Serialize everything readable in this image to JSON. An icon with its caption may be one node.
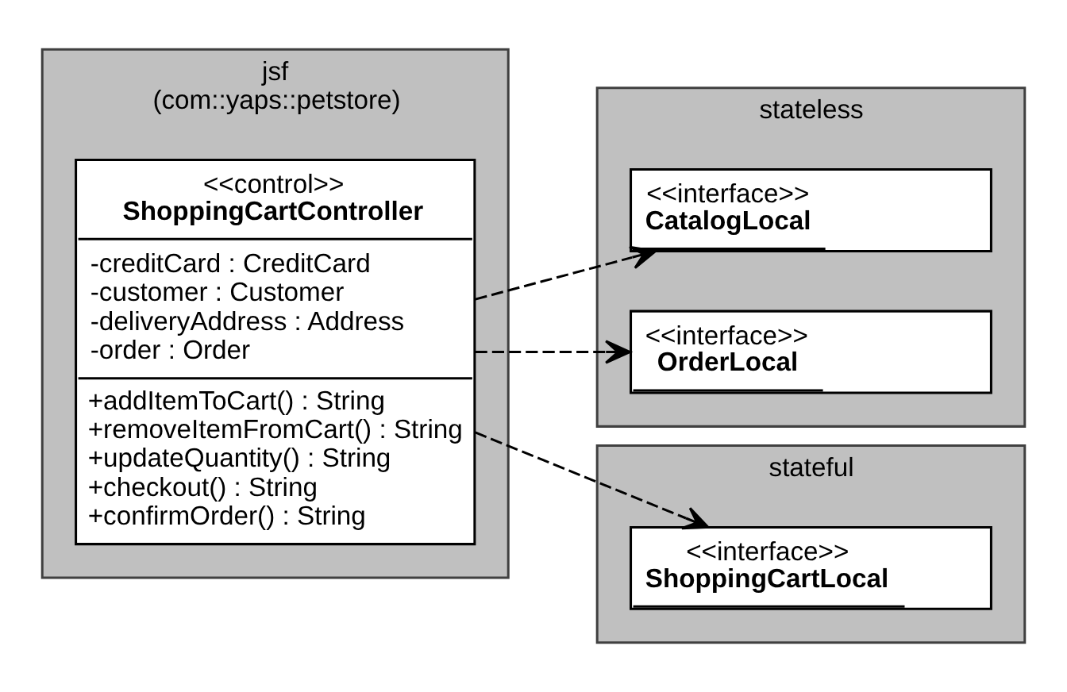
{
  "diagram": {
    "nodes": [
      {
        "text": [
          "jsf",
          "(com::yaps::petstore)"
        ]
      },
      {
        "text": [
          "<<control>>",
          "ShoppingCartController",
          "-creditCard : CreditCard",
          "-customer : Customer",
          "-deliveryAddress : Address",
          "-order : Order",
          "+addItemToCart() : String",
          "+removeItemFromCart() : String",
          "+updateQuantity() : String",
          "+checkout() : String",
          "+confirmOrder() : String"
        ],
        "in": 0
      },
      {
        "text": [
          "stateless"
        ]
      },
      {
        "text": [
          "<<interface>>",
          "CatalogLocal"
        ],
        "in": 2
      },
      {
        "text": [
          "<<interface>>",
          "OrderLocal"
        ],
        "in": 2
      },
      {
        "text": [
          "stateful"
        ]
      },
      {
        "text": [
          "<<interface>>",
          "ShoppingCartLocal"
        ],
        "in": 5
      }
    ],
    "edges": [
      {
        "from": 1,
        "to": 3,
        "arrow": "to",
        "style": "dashed"
      },
      {
        "from": 1,
        "to": 4,
        "arrow": "to",
        "style": "dashed"
      },
      {
        "from": 1,
        "to": 6,
        "arrow": "to",
        "style": "dashed"
      }
    ]
  }
}
